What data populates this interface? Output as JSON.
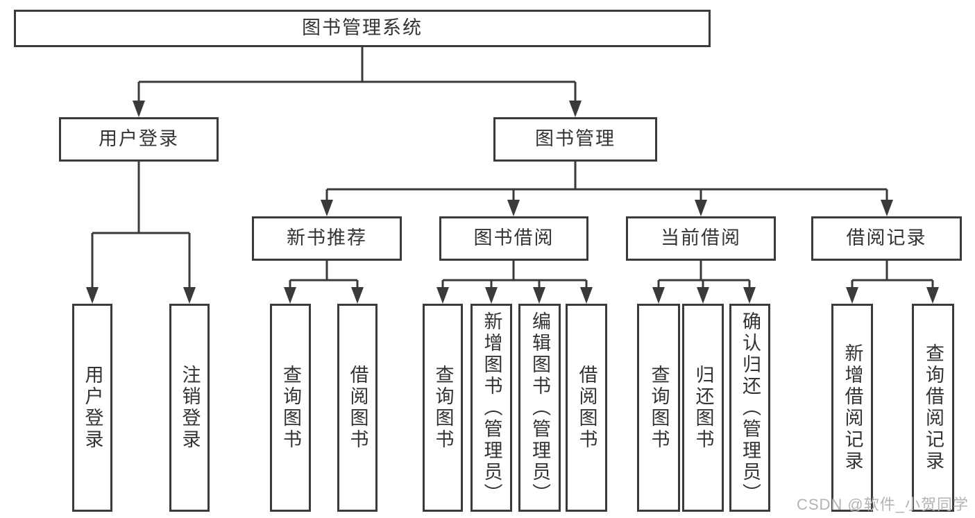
{
  "tree": {
    "label": "图书管理系统",
    "children": [
      {
        "label": "用户登录",
        "children": [
          {
            "label": "用户登录"
          },
          {
            "label": "注销登录"
          }
        ]
      },
      {
        "label": "图书管理",
        "children": [
          {
            "label": "新书推荐",
            "children": [
              {
                "label": "查询图书"
              },
              {
                "label": "借阅图书"
              }
            ]
          },
          {
            "label": "图书借阅",
            "children": [
              {
                "label": "查询图书"
              },
              {
                "label": "新增图书（管理员）"
              },
              {
                "label": "编辑图书（管理员）"
              },
              {
                "label": "借阅图书"
              }
            ]
          },
          {
            "label": "当前借阅",
            "children": [
              {
                "label": "查询图书"
              },
              {
                "label": "归还图书"
              },
              {
                "label": "确认归还（管理员）"
              }
            ]
          },
          {
            "label": "借阅记录",
            "children": [
              {
                "label": "新增借阅记录"
              },
              {
                "label": "查询借阅记录"
              }
            ]
          }
        ]
      }
    ]
  },
  "watermark": {
    "text": "CSDN @软件_小贺同学"
  },
  "colors": {
    "line": "#3a3a3a",
    "text": "#333333",
    "watermark_color": "#b3b3b3",
    "background": "#ffffff"
  }
}
